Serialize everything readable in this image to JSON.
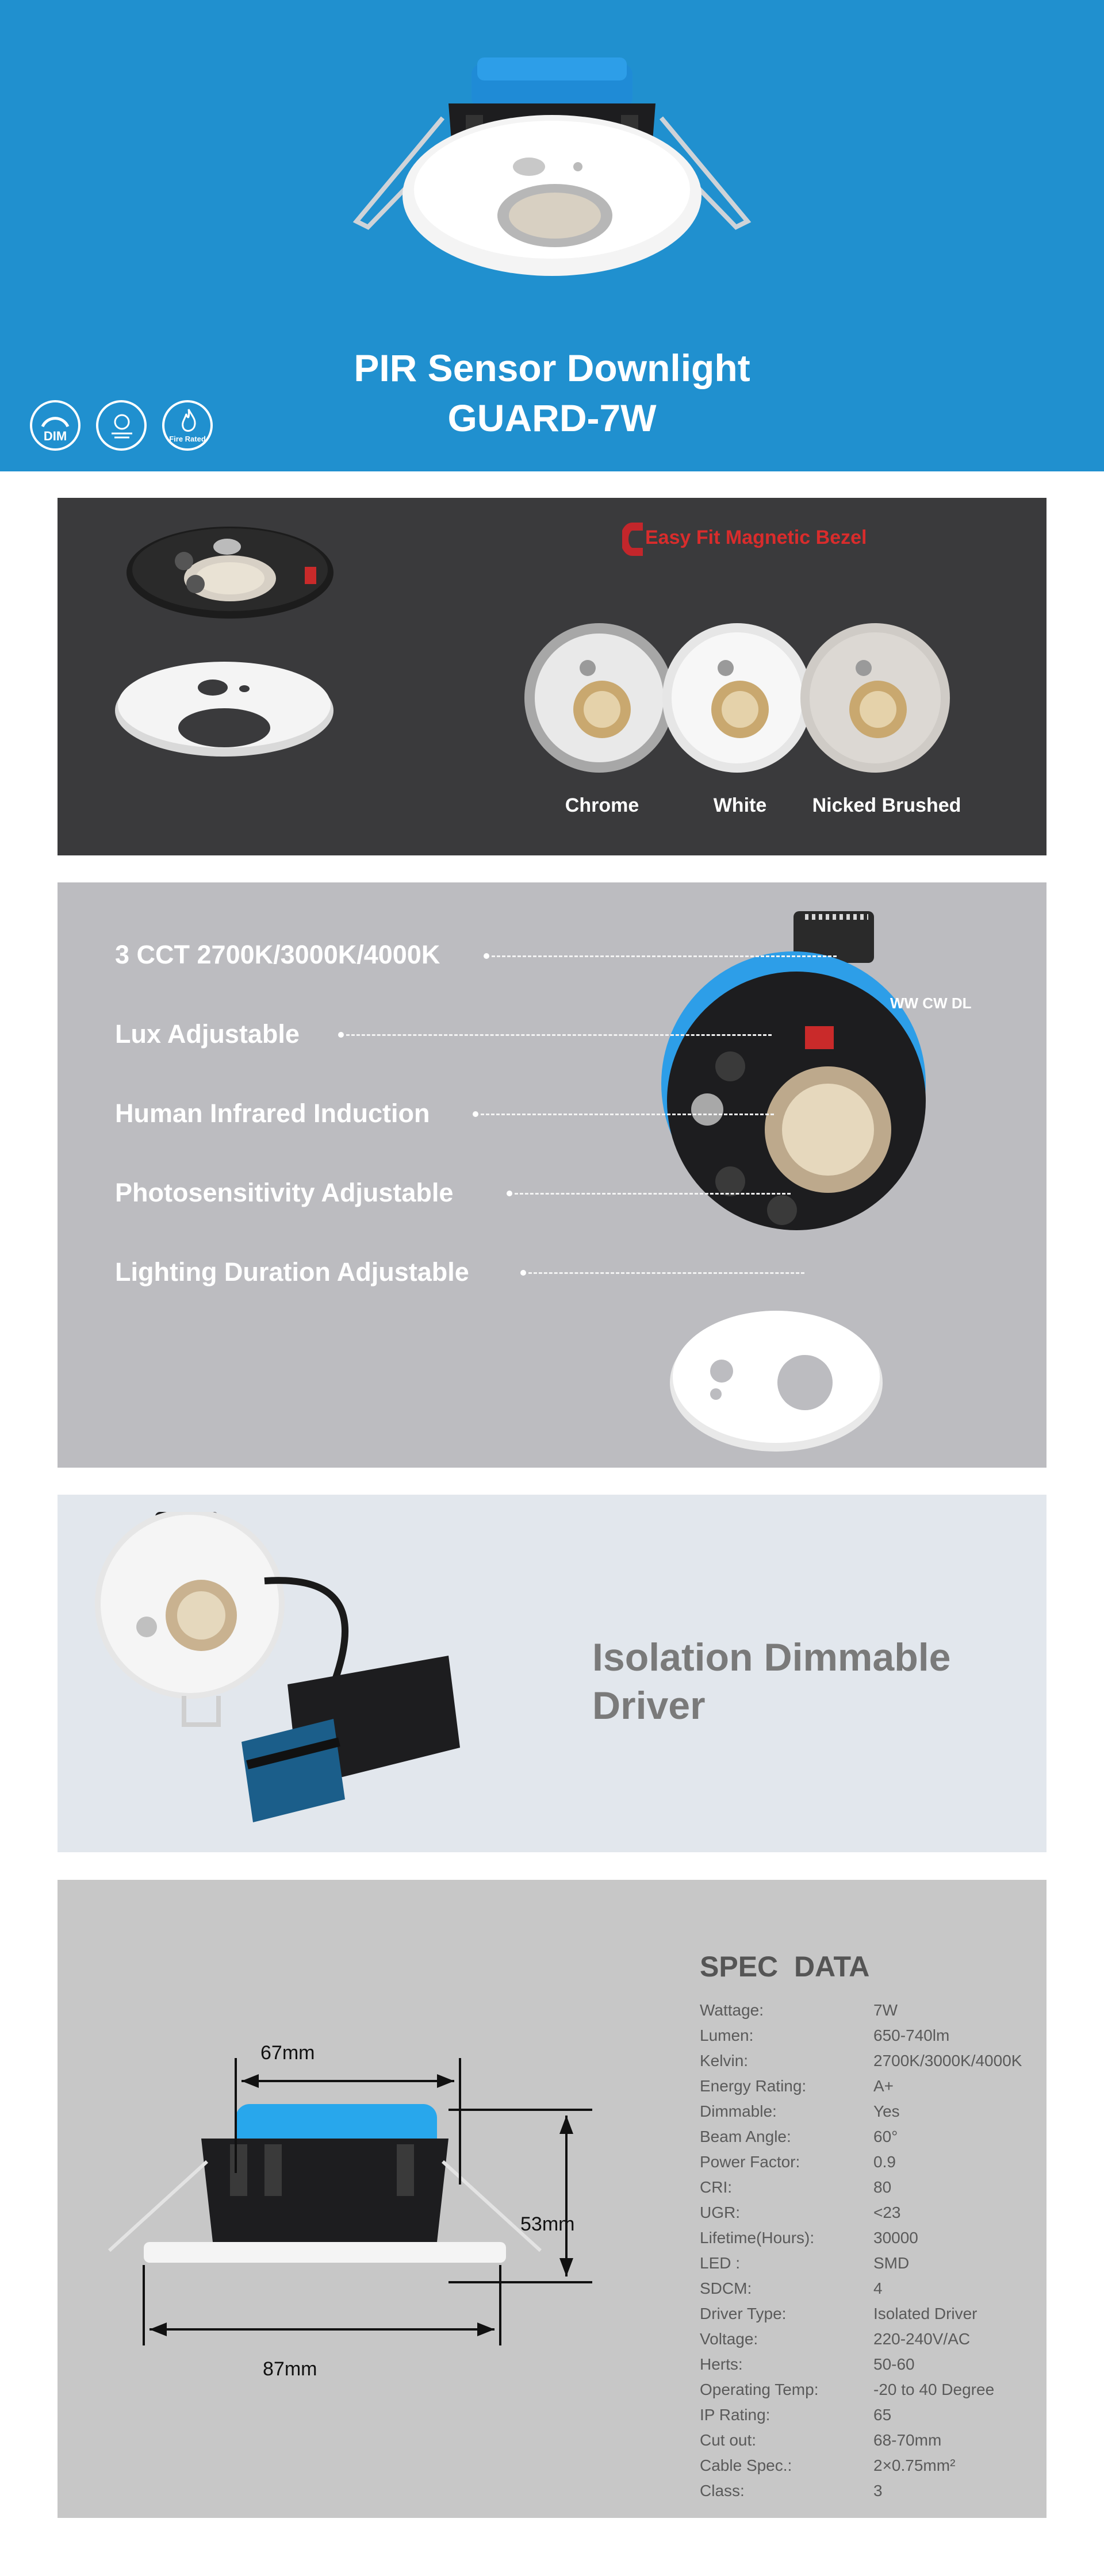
{
  "hero": {
    "title_line1": "PIR Sensor Downlight",
    "title_line2": "GUARD-7W",
    "badges": [
      {
        "icon": "dim-icon",
        "label": "DIM"
      },
      {
        "icon": "sensor-icon",
        "label": ""
      },
      {
        "icon": "fire-rated-icon",
        "label": "Fire Rated"
      }
    ],
    "colors": {
      "background": "#2090cf",
      "text": "#ffffff"
    }
  },
  "bezel": {
    "headline": "Easy Fit Magnetic Bezel",
    "finishes": [
      "Chrome",
      "White",
      "Nicked Brushed"
    ]
  },
  "features": {
    "items": [
      "3 CCT 2700K/3000K/4000K",
      "Lux Adjustable",
      "Human Infrared Induction",
      "Photosensitivity Adjustable",
      "Lighting Duration Adjustable"
    ],
    "switch_labels": "WW CW DL"
  },
  "driver": {
    "line1": "Isolation Dimmable",
    "line2": "Driver"
  },
  "spec": {
    "title": "SPEC  DATA",
    "dimensions": {
      "top_width": "67mm",
      "height": "53mm",
      "bottom_width": "87mm"
    },
    "rows": [
      {
        "k": "Wattage:",
        "v": "7W"
      },
      {
        "k": "Lumen:",
        "v": "650-740lm"
      },
      {
        "k": "Kelvin:",
        "v": "2700K/3000K/4000K"
      },
      {
        "k": "Energy Rating:",
        "v": "A+"
      },
      {
        "k": "Dimmable:",
        "v": "Yes"
      },
      {
        "k": "Beam Angle:",
        "v": "60°"
      },
      {
        "k": "Power Factor:",
        "v": "0.9"
      },
      {
        "k": "CRI:",
        "v": "80"
      },
      {
        "k": "UGR:",
        "v": "<23"
      },
      {
        "k": "Lifetime(Hours):",
        "v": "30000"
      },
      {
        "k": "LED :",
        "v": "SMD"
      },
      {
        "k": "SDCM:",
        "v": "4"
      },
      {
        "k": "Driver Type:",
        "v": "Isolated Driver"
      },
      {
        "k": "Voltage:",
        "v": "220-240V/AC"
      },
      {
        "k": "Herts:",
        "v": "50-60"
      },
      {
        "k": "Operating Temp:",
        "v": "-20 to 40 Degree"
      },
      {
        "k": "IP Rating:",
        "v": "65"
      },
      {
        "k": "Cut out:",
        "v": "68-70mm"
      },
      {
        "k": "Cable Spec.:",
        "v": "2×0.75mm²"
      },
      {
        "k": "Class:",
        "v": "3"
      }
    ]
  }
}
